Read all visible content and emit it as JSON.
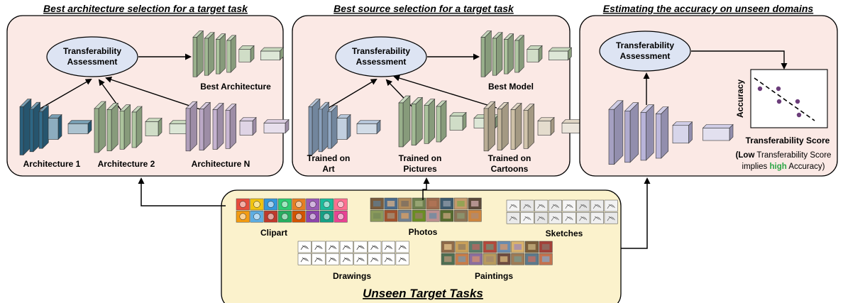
{
  "panels": {
    "architecture": {
      "title": "Best architecture selection for a target task",
      "assessment": [
        "Transferability",
        "Assessment"
      ],
      "best_label": "Best Architecture",
      "candidates": [
        "Architecture 1",
        "Architecture 2",
        "Architecture N"
      ]
    },
    "source": {
      "title": "Best source selection for a target task",
      "assessment": [
        "Transferability",
        "Assessment"
      ],
      "best_label": "Best Model",
      "candidates": [
        [
          "Trained on",
          "Art"
        ],
        [
          "Trained on",
          "Pictures"
        ],
        [
          "Trained on",
          "Cartoons"
        ]
      ]
    },
    "accuracy": {
      "title": "Estimating the accuracy on unseen domains",
      "assessment": [
        "Transferability",
        "Assessment"
      ],
      "plot_ylabel": "Accuracy",
      "plot_xlabel": "Transferability Score",
      "note_line1_bold": "(Low",
      "note_line1_rest": " Transferability Score",
      "note_line2_pre": "implies ",
      "note_line2_highlight": "high",
      "note_line2_post": " Accuracy)"
    }
  },
  "bottom": {
    "title": "Unseen Target Tasks",
    "domains": [
      "Clipart",
      "Photos",
      "Sketches",
      "Drawings",
      "Paintings"
    ]
  },
  "colors": {
    "panel_bg": "#fbe9e5",
    "bottom_bg": "#fbf2cc",
    "ellipse": "#dde4f3",
    "highlight_green": "#2aa544",
    "arch1": "#2f6a8a",
    "arch2": "#a9c29a",
    "archN": "#c4b0cf",
    "art": "#8fa7c4",
    "pictures": "#a9c29a",
    "cartoons": "#cdbfa4",
    "accuracy_net": "#b7b2d8"
  }
}
